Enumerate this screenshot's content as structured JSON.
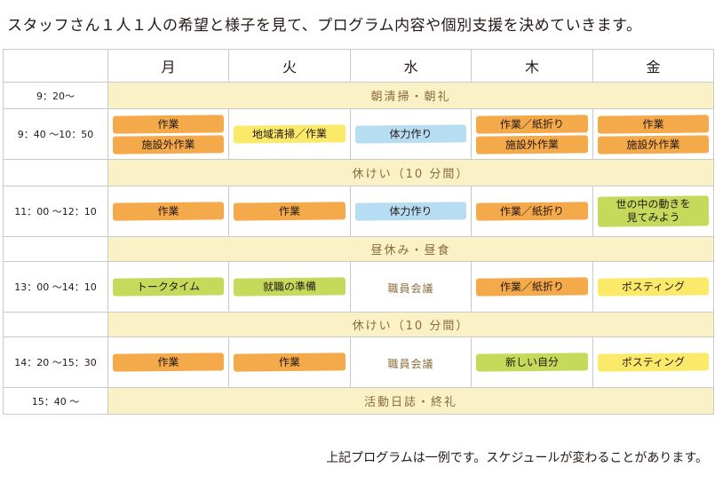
{
  "heading": "スタッフさん１人１人の希望と様子を見て、プログラム内容や個別支援を決めていきます。",
  "footer": "上記プログラムは一例です。スケジュールが変わることがあります。",
  "days": [
    "月",
    "火",
    "水",
    "木",
    "金"
  ],
  "colors": {
    "orange": "#f4a94a",
    "yellow": "#fbe96a",
    "blue": "#b7ddf2",
    "green": "#c5d95a",
    "band": "#fbf1c7"
  },
  "rows": [
    {
      "time": "9：20〜",
      "band": "朝清掃・朝礼"
    },
    {
      "time": "9：40 〜10：50",
      "cells": [
        {
          "items": [
            {
              "text": "作業",
              "color": "orange"
            },
            {
              "text": "施設外作業",
              "color": "orange"
            }
          ]
        },
        {
          "items": [
            {
              "text": "地域清掃／作業",
              "color": "yellow"
            }
          ]
        },
        {
          "items": [
            {
              "text": "体力作り",
              "color": "blue"
            }
          ]
        },
        {
          "items": [
            {
              "text": "作業／紙折り",
              "color": "orange"
            },
            {
              "text": "施設外作業",
              "color": "orange"
            }
          ]
        },
        {
          "items": [
            {
              "text": "作業",
              "color": "orange"
            },
            {
              "text": "施設外作業",
              "color": "orange"
            }
          ]
        }
      ]
    },
    {
      "time": "",
      "band": "休けい（10 分間）"
    },
    {
      "time": "11：00 〜12：10",
      "cells": [
        {
          "items": [
            {
              "text": "作業",
              "color": "orange"
            }
          ]
        },
        {
          "items": [
            {
              "text": "作業",
              "color": "orange"
            }
          ]
        },
        {
          "items": [
            {
              "text": "体力作り",
              "color": "blue"
            }
          ]
        },
        {
          "items": [
            {
              "text": "作業／紙折り",
              "color": "orange"
            }
          ]
        },
        {
          "items": [
            {
              "text": "世の中の動きを\n見てみよう",
              "color": "green"
            }
          ]
        }
      ]
    },
    {
      "time": "",
      "band": "昼休み・昼食"
    },
    {
      "time": "13：00 〜14：10",
      "cells": [
        {
          "items": [
            {
              "text": "トークタイム",
              "color": "green"
            }
          ]
        },
        {
          "items": [
            {
              "text": "就職の準備",
              "color": "green"
            }
          ]
        },
        {
          "items": [
            {
              "text": "職員会議",
              "color": "none"
            }
          ]
        },
        {
          "items": [
            {
              "text": "作業／紙折り",
              "color": "orange"
            }
          ]
        },
        {
          "items": [
            {
              "text": "ポスティング",
              "color": "yellow"
            }
          ]
        }
      ]
    },
    {
      "time": "",
      "band": "休けい（10 分間）"
    },
    {
      "time": "14：20 〜15：30",
      "cells": [
        {
          "items": [
            {
              "text": "作業",
              "color": "orange"
            }
          ]
        },
        {
          "items": [
            {
              "text": "作業",
              "color": "orange"
            }
          ]
        },
        {
          "items": [
            {
              "text": "職員会議",
              "color": "none"
            }
          ]
        },
        {
          "items": [
            {
              "text": "新しい自分",
              "color": "green"
            }
          ]
        },
        {
          "items": [
            {
              "text": "ポスティング",
              "color": "yellow"
            }
          ]
        }
      ]
    },
    {
      "time": "15：40 〜",
      "band": "活動日誌・終礼"
    }
  ]
}
